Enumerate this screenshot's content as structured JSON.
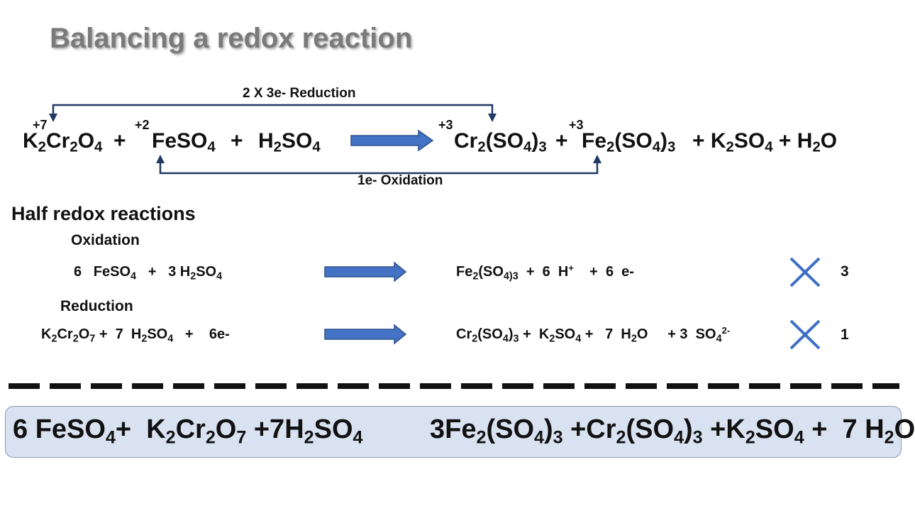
{
  "title": "Balancing a redox reaction",
  "main_equation": {
    "reactant1": "K<sub>2</sub>Cr<sub>2</sub>O<sub>4</sub>",
    "plus1": "+",
    "reactant2": "FeSO<sub>4</sub>",
    "plus2": "+",
    "reactant3": "H<sub>2</sub>SO<sub>4</sub>",
    "product1": "Cr<sub>2</sub>(SO<sub>4</sub>)<sub>3</sub>",
    "plus3": "+",
    "product2": "Fe<sub>2</sub>(SO<sub>4</sub>)<sub>3</sub>",
    "rest": "+ K<sub>2</sub>SO<sub>4</sub> + H<sub>2</sub>O",
    "ox_cr_left": "+7",
    "ox_fe_left": "+2",
    "ox_cr_right": "+3",
    "ox_fe_right": "+3",
    "reduction_label": "2 X 3e-   Reduction",
    "oxidation_label": "1e-   Oxidation"
  },
  "half_heading": "Half redox reactions",
  "oxidation": {
    "heading": "Oxidation",
    "left": "6 &nbsp; FeSO<sub>4</sub> &nbsp; + &nbsp; 3 H<sub>2</sub>SO<sub>4</sub>",
    "right": "Fe<sub>2</sub>(SO<sub>4)3</sub> &nbsp;+ &nbsp;6 &nbsp;H<sup>+</sup> &nbsp; &nbsp;+ &nbsp;6 &nbsp;e-",
    "multiplier_symbol": "×",
    "multiplier": "3"
  },
  "reduction": {
    "heading": "Reduction",
    "left": "K<sub>2</sub>Cr<sub>2</sub>O<sub>7</sub> + &nbsp;7 &nbsp;H<sub>2</sub>SO<sub>4</sub> &nbsp; + &nbsp; &nbsp;6e-",
    "right": "Cr<sub>2</sub>(SO<sub>4</sub>)<sub>3</sub> + &nbsp;K<sub>2</sub>SO<sub>4</sub> + &nbsp; 7 &nbsp;H<sub>2</sub>O &nbsp; &nbsp; + 3 &nbsp;SO<sub>4</sub><sup>2-</sup>",
    "multiplier_symbol": "×",
    "multiplier": "1"
  },
  "final_equation": {
    "left": "6 FeSO<sub>4</sub>+ &nbsp;K<sub>2</sub>Cr<sub>2</sub>O<sub>7</sub> +7H<sub>2</sub>SO<sub>4</sub>",
    "right": "3Fe<sub>2</sub>(SO<sub>4</sub>)<sub>3</sub> +Cr<sub>2</sub>(SO<sub>4</sub>)<sub>3</sub> +K<sub>2</sub>SO<sub>4</sub> + &nbsp;7 H<sub>2</sub>O"
  },
  "colors": {
    "arrow": "#4472c4",
    "arrow_border": "#2f528f",
    "bracket": "#1f3864",
    "box": "#d9e2f1",
    "cross": "#3d6fc4"
  }
}
